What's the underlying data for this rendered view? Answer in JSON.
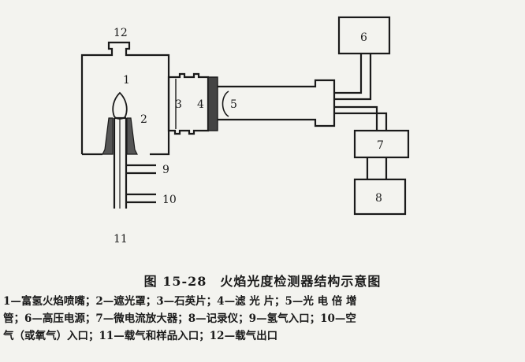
{
  "diagram": {
    "labels": {
      "n1": "1",
      "n2": "2",
      "n3": "3",
      "n4": "4",
      "n5": "5",
      "n6": "6",
      "n7": "7",
      "n8": "8",
      "n9": "9",
      "n10": "10",
      "n11": "11",
      "n12": "12"
    }
  },
  "caption": "图 15-28　火焰光度检测器结构示意图",
  "legend": {
    "line1": "1—富氢火焰喷嘴；2—遮光罩；3—石英片；4—滤 光 片；5—光 电 倍 增",
    "line2": "管；6—高压电源；7—微电流放大器；8—记录仪；9—氢气入口；10—空",
    "line3": "气（或氧气）入口；11—载气和样品入口；12—载气出口"
  }
}
